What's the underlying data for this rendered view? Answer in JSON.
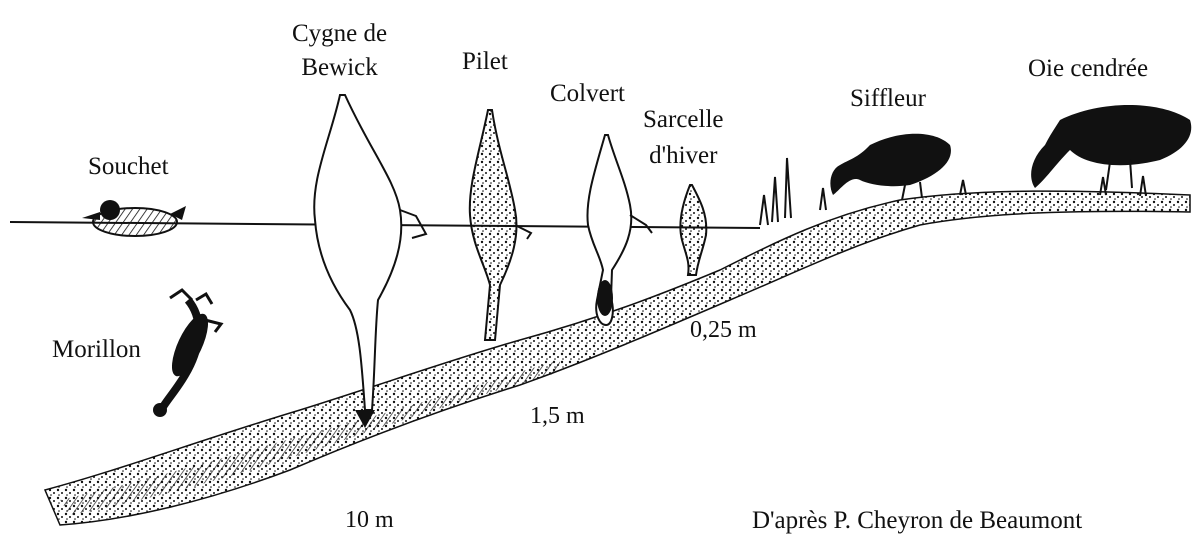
{
  "species": {
    "souchet": "Souchet",
    "morillon": "Morillon",
    "cygne_line1": "Cygne de",
    "cygne_line2": "Bewick",
    "pilet": "Pilet",
    "colvert": "Colvert",
    "sarcelle_line1": "Sarcelle",
    "sarcelle_line2": "d'hiver",
    "siffleur": "Siffleur",
    "oie": "Oie cendrée"
  },
  "depths": {
    "swan": "10 m",
    "colvert": "1,5 m",
    "sarcelle": "0,25 m"
  },
  "credit": "D'après P. Cheyron de Beaumont",
  "colors": {
    "ink": "#111111",
    "background": "#ffffff"
  }
}
